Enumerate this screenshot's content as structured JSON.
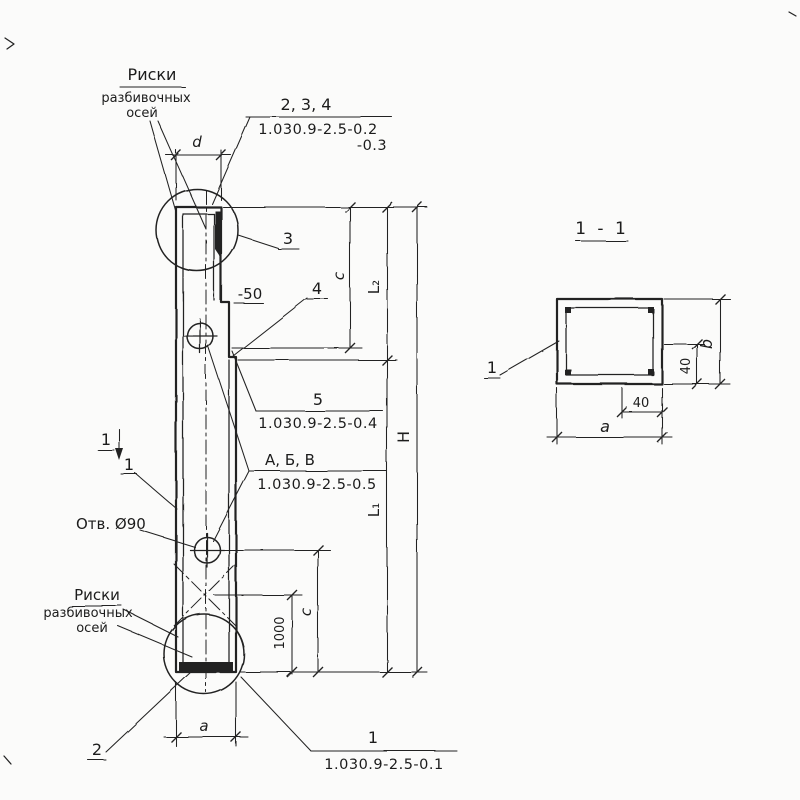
{
  "notes": {
    "top_axes": [
      "Риски",
      "разбивочных",
      "осей"
    ],
    "bottom_axes": [
      "Риски",
      "разбивочных",
      "осей"
    ],
    "hole": "Отв. Ø90",
    "offset50": "-50"
  },
  "callouts": {
    "top": {
      "refs": "2, 3, 4",
      "mark": "1.030.9-2.5-0.2",
      "mark_alt": "-0.3"
    },
    "detail3": "3",
    "detail4": "4",
    "mid": {
      "refs": "5",
      "mark": "1.030.9-2.5-0.4"
    },
    "marks_abv": {
      "refs": "А, Б, В",
      "mark": "1.030.9-2.5-0.5"
    },
    "bottom": {
      "refs": "1",
      "mark": "1.030.9-2.5-0.1"
    },
    "part2": "2",
    "part1": "1",
    "section_cut": "1"
  },
  "dims": {
    "d": "d",
    "c_top": "c",
    "l2": "L₂",
    "h": "H",
    "l1": "L₁",
    "c_bottom": "c",
    "thousand": "1000",
    "a": "a"
  },
  "section": {
    "title": "1 - 1",
    "part": "1",
    "b": "b",
    "a": "a",
    "forty_v": "40",
    "forty_h": "40"
  }
}
